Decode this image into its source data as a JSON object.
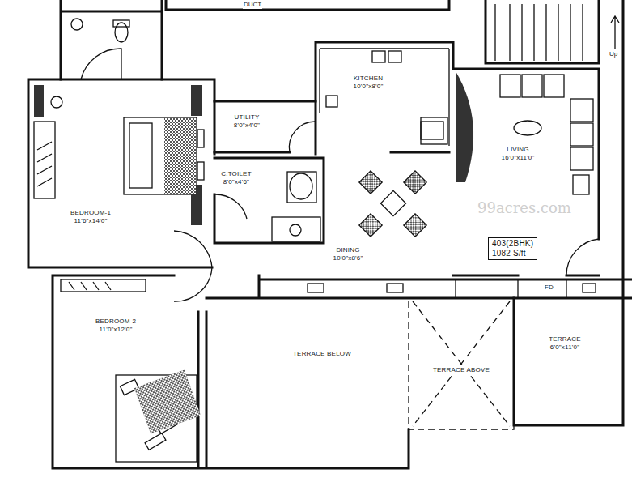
{
  "diagram": {
    "nodes": [
      {
        "text": [
          "KITCHEN",
          "10'0\"x8'0\""
        ]
      },
      {
        "text": [
          "UTILITY",
          "8'0\"x4'0\""
        ]
      },
      {
        "text": [
          "LIVING",
          "16'0\"x11'0\""
        ]
      },
      {
        "text": [
          "C.TOILET",
          "8'0\"x4'6\""
        ]
      },
      {
        "text": [
          "BEDROOM-1",
          "11'6\"x14'0\""
        ]
      },
      {
        "text": [
          "DINING",
          "10'0\"x8'6\""
        ]
      },
      {
        "text": [
          "403(2BHK)",
          "1082 S/ft"
        ],
        "in": 2
      },
      {
        "text": [
          "BEDROOM-2",
          "11'0\"x12'0\""
        ]
      },
      {
        "text": [
          "TERRACE",
          "6'0\"x11'0\""
        ]
      },
      {
        "text": [
          "TERRACE BELOW"
        ]
      },
      {
        "text": [
          "TERRACE ABOVE"
        ]
      }
    ],
    "labels": [
      "DUCT",
      "Up",
      "FD",
      "99acres.com"
    ]
  }
}
